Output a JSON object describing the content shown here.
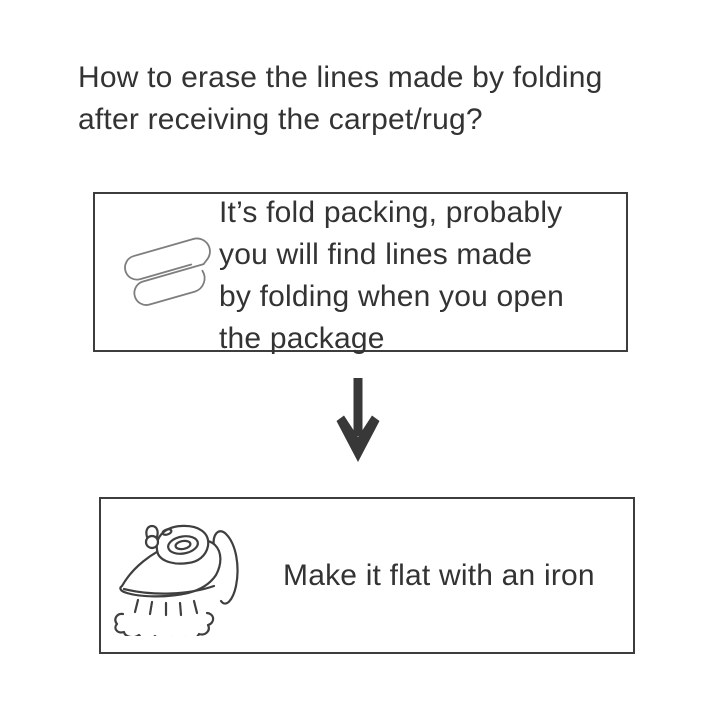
{
  "theme": {
    "background": "#ffffff",
    "text_color": "#333333",
    "box_border_color": "#3d3d3d",
    "arrow_color": "#383838",
    "sketch_line_color": "#7e7e7e",
    "iron_line_color": "#3f3f3f"
  },
  "title": {
    "lines": [
      "How to erase the lines made by folding",
      "after receiving the carpet/rug?"
    ]
  },
  "steps": [
    {
      "icon": "folded-carpet-icon",
      "lines": [
        "It’s fold packing, probably",
        "you will find lines made",
        "by folding when you open",
        "the package"
      ]
    },
    {
      "icon": "iron-icon",
      "label": "Make it flat with an iron"
    }
  ],
  "connector": {
    "icon": "down-arrow-icon"
  }
}
